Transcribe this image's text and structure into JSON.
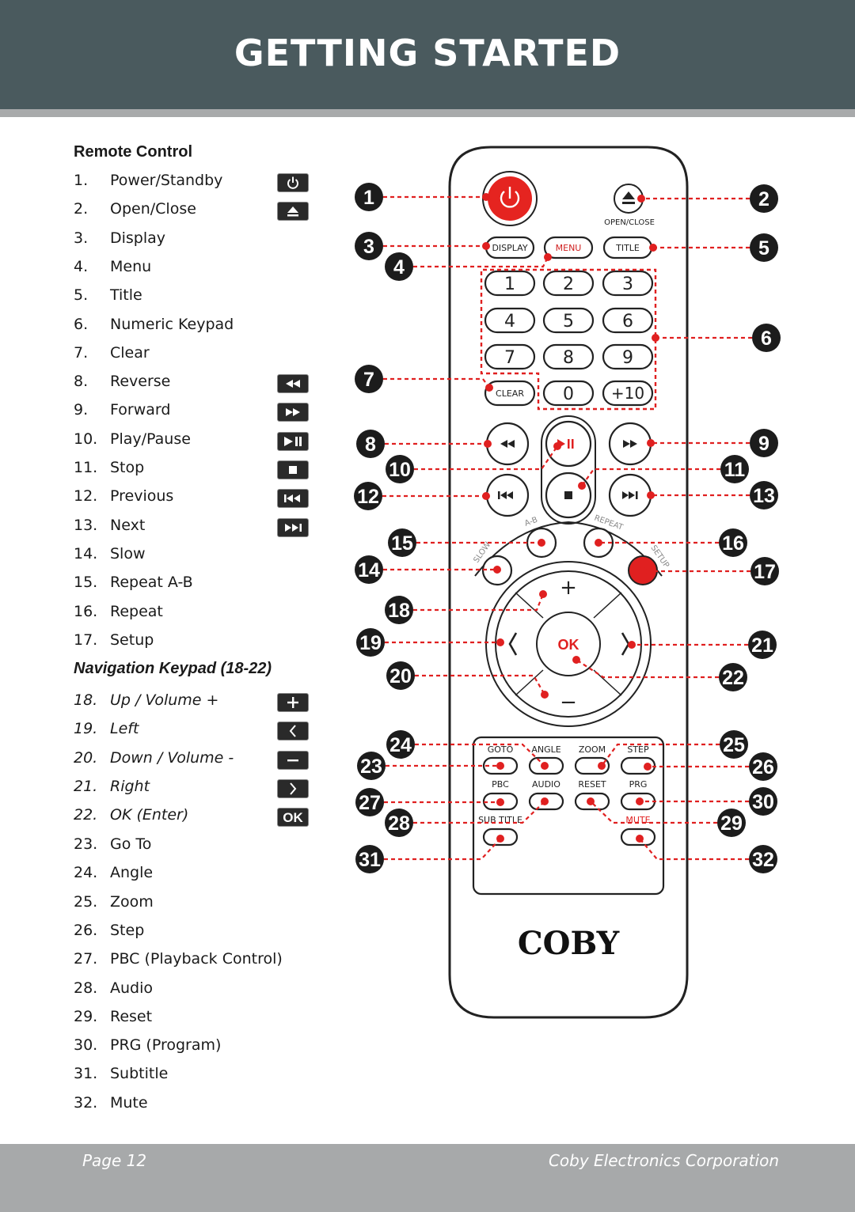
{
  "header": {
    "title": "GETTING STARTED"
  },
  "section_title": "Remote Control",
  "items": [
    {
      "num": "1.",
      "label": "Power/Standby",
      "icon": "power-icon"
    },
    {
      "num": "2.",
      "label": "Open/Close",
      "icon": "eject-icon"
    },
    {
      "num": "3.",
      "label": "Display"
    },
    {
      "num": "4.",
      "label": "Menu"
    },
    {
      "num": "5.",
      "label": "Title"
    },
    {
      "num": "6.",
      "label": "Numeric Keypad"
    },
    {
      "num": "7.",
      "label": "Clear"
    },
    {
      "num": "8.",
      "label": "Reverse",
      "icon": "rewind-icon"
    },
    {
      "num": "9.",
      "label": "Forward",
      "icon": "fast-forward-icon"
    },
    {
      "num": "10.",
      "label": "Play/Pause",
      "icon": "play-pause-icon"
    },
    {
      "num": "11.",
      "label": "Stop",
      "icon": "stop-icon"
    },
    {
      "num": "12.",
      "label": "Previous",
      "icon": "previous-icon"
    },
    {
      "num": "13.",
      "label": "Next",
      "icon": "next-icon"
    },
    {
      "num": "14.",
      "label": "Slow"
    },
    {
      "num": "15.",
      "label": "Repeat A-B"
    },
    {
      "num": "16.",
      "label": "Repeat"
    },
    {
      "num": "17.",
      "label": "Setup"
    }
  ],
  "nav_title": "Navigation Keypad (18-22)",
  "nav_items": [
    {
      "num": "18.",
      "label": "Up / Volume +",
      "icon": "plus-icon"
    },
    {
      "num": "19.",
      "label": "Left",
      "icon": "left-chevron-icon"
    },
    {
      "num": "20.",
      "label": "Down / Volume -",
      "icon": "minus-icon"
    },
    {
      "num": "21.",
      "label": "Right",
      "icon": "right-chevron-icon"
    },
    {
      "num": "22.",
      "label": "OK (Enter)",
      "icon": "ok-icon"
    }
  ],
  "items2": [
    {
      "num": "23.",
      "label": "Go To"
    },
    {
      "num": "24.",
      "label": "Angle"
    },
    {
      "num": "25.",
      "label": "Zoom"
    },
    {
      "num": "26.",
      "label": "Step"
    },
    {
      "num": "27.",
      "label": "PBC (Playback Control)"
    },
    {
      "num": "28.",
      "label": "Audio"
    },
    {
      "num": "29.",
      "label": "Reset"
    },
    {
      "num": "30.",
      "label": "PRG (Program)"
    },
    {
      "num": "31.",
      "label": "Subtitle"
    },
    {
      "num": "32.",
      "label": "Mute"
    }
  ],
  "remote": {
    "brand": "COBY",
    "open_close": "OPEN/CLOSE",
    "display": "DISPLAY",
    "menu": "MENU",
    "title": "TITLE",
    "clear": "CLEAR",
    "digits": [
      "1",
      "2",
      "3",
      "4",
      "5",
      "6",
      "7",
      "8",
      "9",
      "0",
      "+10"
    ],
    "ab": "A-B",
    "repeat": "REPEAT",
    "slow": "SLOW",
    "setup": "SETUP",
    "plus": "+",
    "minus": "−",
    "ok": "OK",
    "row1": [
      "GOTO",
      "ANGLE",
      "ZOOM",
      "STEP"
    ],
    "row2": [
      "PBC",
      "AUDIO",
      "RESET",
      "PRG"
    ],
    "row3": [
      "SUB TITLE",
      "MUTE"
    ],
    "callouts": [
      "1",
      "2",
      "3",
      "4",
      "5",
      "6",
      "7",
      "8",
      "9",
      "10",
      "11",
      "12",
      "13",
      "14",
      "15",
      "16",
      "17",
      "18",
      "19",
      "20",
      "21",
      "22",
      "23",
      "24",
      "25",
      "26",
      "27",
      "28",
      "29",
      "30",
      "31",
      "32"
    ]
  },
  "colors": {
    "header_bg": "#4a5a5e",
    "accent": "#e02020",
    "footer_bg": "#a7a9aa"
  },
  "footer": {
    "page": "Page 12",
    "company": "Coby Electronics Corporation"
  }
}
